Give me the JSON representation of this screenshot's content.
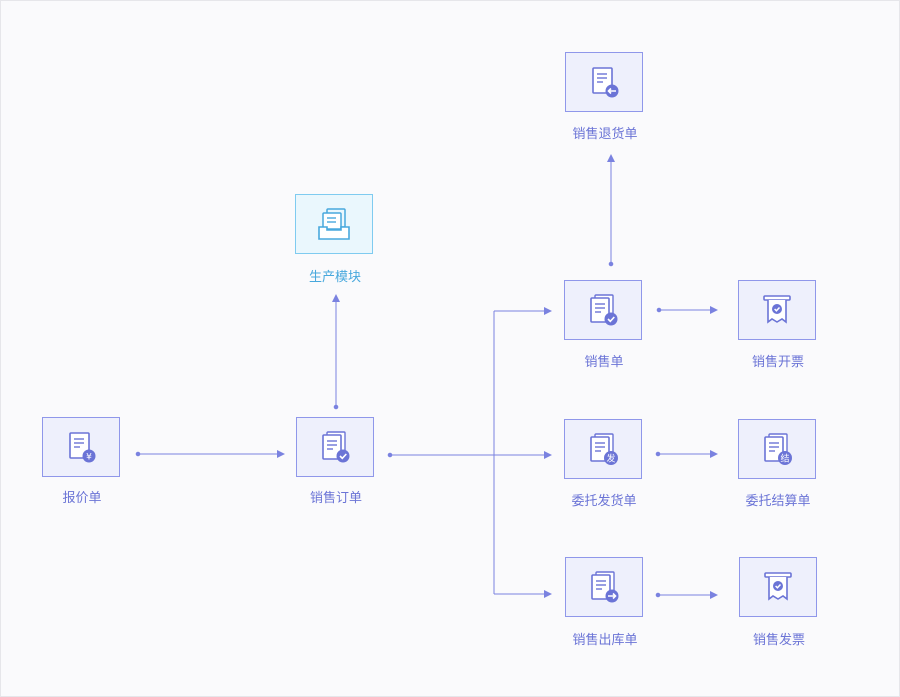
{
  "colors": {
    "accent": "#6b74d6",
    "production": "#48a8dd",
    "line": "#7a82e0"
  },
  "nodes": {
    "quote": {
      "label": "报价单",
      "icon": "quote-doc-yen-icon",
      "badge": "¥"
    },
    "order": {
      "label": "销售订单",
      "icon": "order-docs-check-icon"
    },
    "production": {
      "label": "生产模块",
      "icon": "production-tray-icon"
    },
    "sales_return": {
      "label": "销售退货单",
      "icon": "return-doc-arrow-left-icon"
    },
    "sales": {
      "label": "销售单",
      "icon": "sales-docs-check-icon"
    },
    "invoice": {
      "label": "销售开票",
      "icon": "receipt-check-icon"
    },
    "consign": {
      "label": "委托发货单",
      "icon": "consign-docs-icon",
      "badge": "发"
    },
    "consign_settle": {
      "label": "委托结算单",
      "icon": "settle-docs-icon",
      "badge": "结"
    },
    "outbound": {
      "label": "销售出库单",
      "icon": "outbound-docs-arrow-right-icon"
    },
    "sales_invoice": {
      "label": "销售发票",
      "icon": "receipt-check-icon"
    }
  }
}
